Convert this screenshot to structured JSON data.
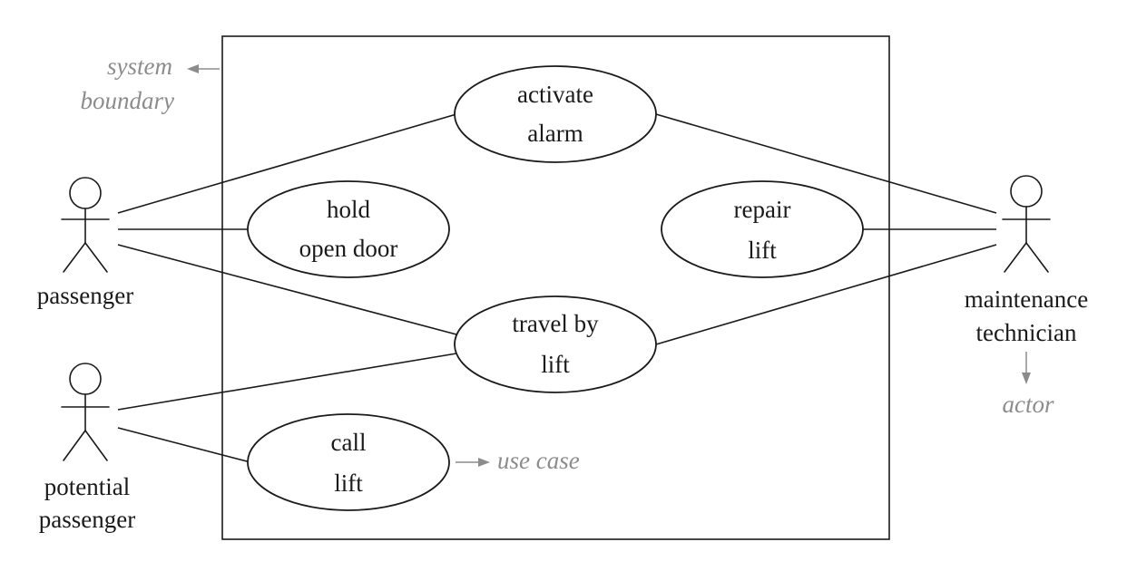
{
  "colors": {
    "ink": "#1a1a1a",
    "annotation": "#8c8c8c",
    "background": "#ffffff"
  },
  "annotations": {
    "system_boundary": [
      "system",
      "boundary"
    ],
    "use_case": "use case",
    "actor": "actor"
  },
  "actors": {
    "passenger": [
      "passenger"
    ],
    "potential_passenger": [
      "potential",
      "passenger"
    ],
    "maintenance_technician": [
      "maintenance",
      "technician"
    ]
  },
  "use_cases": {
    "activate_alarm": [
      "activate",
      "alarm"
    ],
    "hold_open_door": [
      "hold",
      "open door"
    ],
    "repair_lift": [
      "repair",
      "lift"
    ],
    "travel_by_lift": [
      "travel by",
      "lift"
    ],
    "call_lift": [
      "call",
      "lift"
    ]
  },
  "associations": [
    {
      "actor": "passenger",
      "use_case": "activate_alarm"
    },
    {
      "actor": "passenger",
      "use_case": "hold_open_door"
    },
    {
      "actor": "passenger",
      "use_case": "travel_by_lift"
    },
    {
      "actor": "potential_passenger",
      "use_case": "travel_by_lift"
    },
    {
      "actor": "potential_passenger",
      "use_case": "call_lift"
    },
    {
      "actor": "maintenance_technician",
      "use_case": "activate_alarm"
    },
    {
      "actor": "maintenance_technician",
      "use_case": "repair_lift"
    },
    {
      "actor": "maintenance_technician",
      "use_case": "travel_by_lift"
    }
  ]
}
